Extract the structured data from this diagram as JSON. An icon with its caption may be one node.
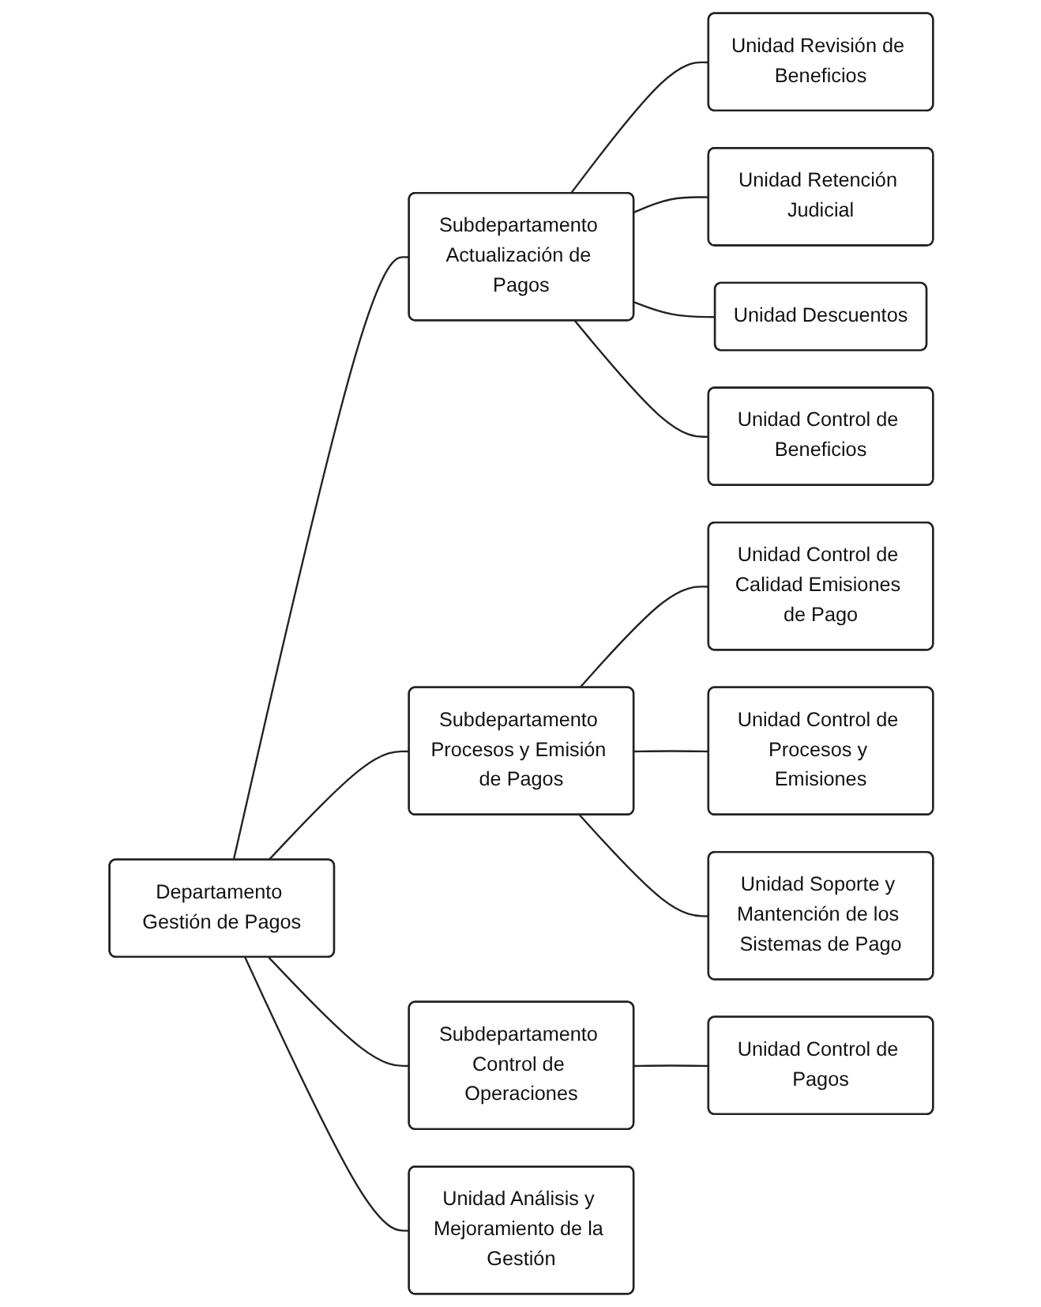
{
  "diagram": {
    "nodes": [
      {
        "text": [
          "Departamento Gestión de Pagos"
        ]
      },
      {
        "text": [
          "Unidad Análisis y Mejoramiento de la Gestión"
        ]
      },
      {
        "text": [
          "Subdepartamento Actualización de Pagos"
        ]
      },
      {
        "text": [
          "Subdepartamento Procesos y Emisión de Pagos"
        ]
      },
      {
        "text": [
          "Subdepartamento Control de Operaciones"
        ]
      },
      {
        "text": [
          "Unidad Revisión de Beneficios"
        ]
      },
      {
        "text": [
          "Unidad Retención Judicial"
        ]
      },
      {
        "text": [
          "Unidad Descuentos"
        ]
      },
      {
        "text": [
          "Unidad Control de Beneficios"
        ]
      },
      {
        "text": [
          "Unidad Control de Calidad Emisiones de Pago"
        ]
      },
      {
        "text": [
          "Unidad Control de Procesos y Emisiones"
        ]
      },
      {
        "text": [
          "Unidad Soporte y Mantención de los Sistemas de Pago"
        ]
      },
      {
        "text": [
          "Unidad Control de Pagos"
        ]
      }
    ],
    "edges": [
      {
        "from": 0,
        "to": 1,
        "arrow": "none"
      },
      {
        "from": 0,
        "to": 2,
        "arrow": "none"
      },
      {
        "from": 0,
        "to": 3,
        "arrow": "none"
      },
      {
        "from": 0,
        "to": 4,
        "arrow": "none"
      },
      {
        "from": 2,
        "to": 5,
        "arrow": "none"
      },
      {
        "from": 2,
        "to": 6,
        "arrow": "none"
      },
      {
        "from": 2,
        "to": 7,
        "arrow": "none"
      },
      {
        "from": 2,
        "to": 8,
        "arrow": "none"
      },
      {
        "from": 3,
        "to": 9,
        "arrow": "none"
      },
      {
        "from": 3,
        "to": 10,
        "arrow": "none"
      },
      {
        "from": 3,
        "to": 11,
        "arrow": "none"
      },
      {
        "from": 4,
        "to": 12,
        "arrow": "none"
      }
    ]
  }
}
